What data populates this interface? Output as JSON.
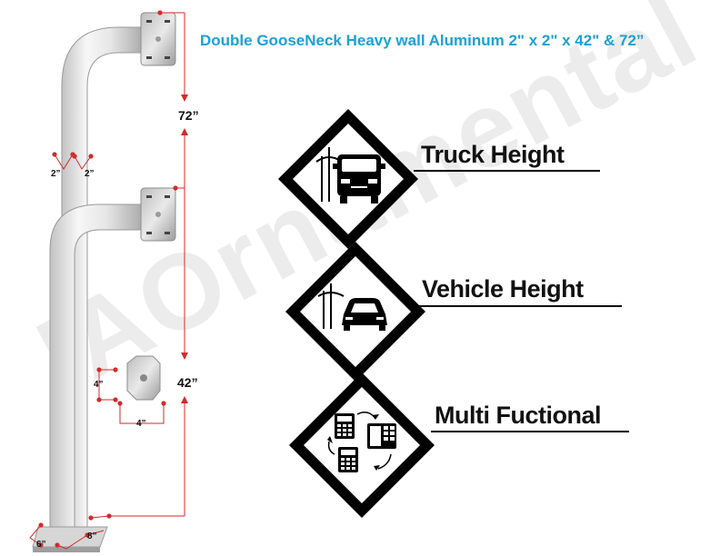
{
  "title": "Double GooseNeck Heavy wall Aluminum 2\" x 2\" x 42\" & 72”",
  "watermark": "IAOrnamental",
  "dimensions": {
    "upper_height": "72”",
    "lower_height": "42”",
    "pipe_left": "2”",
    "pipe_right": "2”",
    "plate_v": "4”",
    "plate_h": "4”",
    "base_a": "6”",
    "base_b": "8”"
  },
  "signs": [
    {
      "label": "Truck Height",
      "icon": "truck-icon"
    },
    {
      "label": "Vehicle Height",
      "icon": "car-icon"
    },
    {
      "label": "Multi Fuctional",
      "icon": "keypad-cycle-icon"
    }
  ],
  "colors": {
    "title": "#1ba1d6",
    "dimension_line": "#d42a2a",
    "post_light": "#f4f4f4",
    "post_shadow": "#b9b9b9",
    "sign_black": "#000000"
  }
}
